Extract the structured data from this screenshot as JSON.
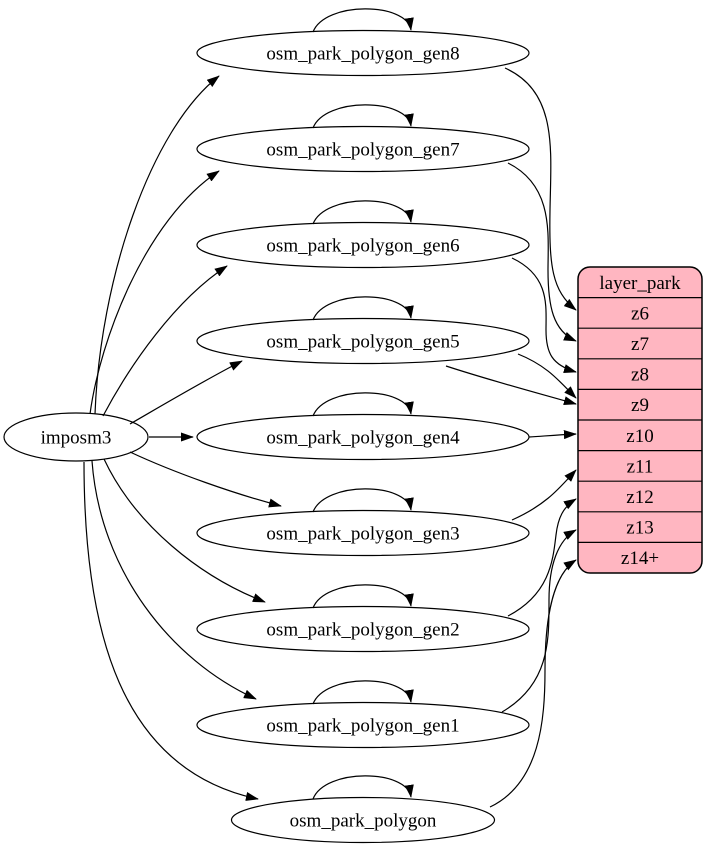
{
  "diagram": {
    "type": "etl-graph",
    "background_color": "#ffffff",
    "edge_color": "#000000",
    "node_border_color": "#000000",
    "node_fill_color": "#ffffff",
    "text_color": "#000000",
    "source_node": {
      "id": "imposm3",
      "label": "imposm3"
    },
    "table_nodes": [
      {
        "id": "osm_park_polygon_gen8",
        "label": "osm_park_polygon_gen8"
      },
      {
        "id": "osm_park_polygon_gen7",
        "label": "osm_park_polygon_gen7"
      },
      {
        "id": "osm_park_polygon_gen6",
        "label": "osm_park_polygon_gen6"
      },
      {
        "id": "osm_park_polygon_gen5",
        "label": "osm_park_polygon_gen5"
      },
      {
        "id": "osm_park_polygon_gen4",
        "label": "osm_park_polygon_gen4"
      },
      {
        "id": "osm_park_polygon_gen3",
        "label": "osm_park_polygon_gen3"
      },
      {
        "id": "osm_park_polygon_gen2",
        "label": "osm_park_polygon_gen2"
      },
      {
        "id": "osm_park_polygon_gen1",
        "label": "osm_park_polygon_gen1"
      },
      {
        "id": "osm_park_polygon",
        "label": "osm_park_polygon"
      }
    ],
    "layer_table": {
      "title": "layer_park",
      "fill_color": "#ffb6c1",
      "border_color": "#000000",
      "rows": [
        "z6",
        "z7",
        "z8",
        "z9",
        "z10",
        "z11",
        "z12",
        "z13",
        "z14+"
      ]
    },
    "edges": {
      "from_source": [
        {
          "from": "imposm3",
          "to": "osm_park_polygon_gen8"
        },
        {
          "from": "imposm3",
          "to": "osm_park_polygon_gen7"
        },
        {
          "from": "imposm3",
          "to": "osm_park_polygon_gen6"
        },
        {
          "from": "imposm3",
          "to": "osm_park_polygon_gen5"
        },
        {
          "from": "imposm3",
          "to": "osm_park_polygon_gen4"
        },
        {
          "from": "imposm3",
          "to": "osm_park_polygon_gen3"
        },
        {
          "from": "imposm3",
          "to": "osm_park_polygon_gen2"
        },
        {
          "from": "imposm3",
          "to": "osm_park_polygon_gen1"
        },
        {
          "from": "imposm3",
          "to": "osm_park_polygon"
        }
      ],
      "self_loops": [
        "osm_park_polygon_gen8",
        "osm_park_polygon_gen7",
        "osm_park_polygon_gen6",
        "osm_park_polygon_gen5",
        "osm_park_polygon_gen4",
        "osm_park_polygon_gen3",
        "osm_park_polygon_gen2",
        "osm_park_polygon_gen1",
        "osm_park_polygon"
      ],
      "to_layer_rows": [
        {
          "from": "osm_park_polygon_gen8",
          "to": "z6"
        },
        {
          "from": "osm_park_polygon_gen7",
          "to": "z7"
        },
        {
          "from": "osm_park_polygon_gen6",
          "to": "z8"
        },
        {
          "from": "osm_park_polygon_gen5",
          "to": "z9"
        },
        {
          "from": "osm_park_polygon_gen4",
          "to": "z10"
        },
        {
          "from": "osm_park_polygon_gen3",
          "to": "z11"
        },
        {
          "from": "osm_park_polygon_gen2",
          "to": "z12"
        },
        {
          "from": "osm_park_polygon_gen1",
          "to": "z13"
        },
        {
          "from": "osm_park_polygon",
          "to": "z14+"
        }
      ]
    }
  }
}
